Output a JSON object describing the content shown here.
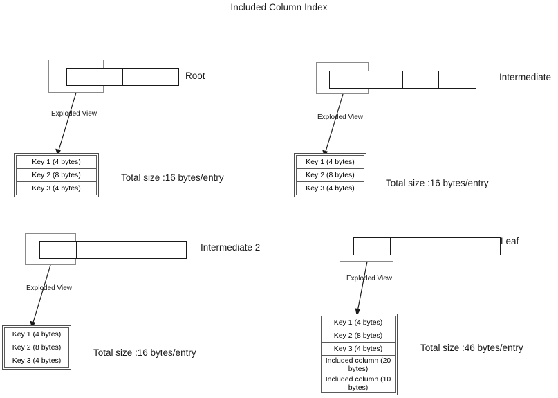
{
  "title": "Included Column Index",
  "exploded_view_label": "Exploded View",
  "colors": {
    "outer_page_border": "#8a8a8a",
    "inner_cell_border": "#1a1a1a",
    "table_border": "#4d4d4d",
    "text": "#1a1a1a",
    "background": "#ffffff"
  },
  "nodes": [
    {
      "id": "root",
      "label": "Root",
      "cell_count": 2,
      "exploded_view_label": "Exploded View",
      "total_size": "Total size :16 bytes/entry",
      "rows": [
        "Key 1 (4 bytes)",
        "Key 2 (8 bytes)",
        "Key 3 (4 bytes)"
      ]
    },
    {
      "id": "intermediate",
      "label": "Intermediate",
      "cell_count": 4,
      "exploded_view_label": "Exploded View",
      "total_size": "Total size :16 bytes/entry",
      "rows": [
        "Key 1 (4 bytes)",
        "Key 2 (8 bytes)",
        "Key 3 (4 bytes)"
      ]
    },
    {
      "id": "intermediate-2",
      "label": "Intermediate 2",
      "cell_count": 4,
      "exploded_view_label": "Exploded View",
      "total_size": "Total size :16 bytes/entry",
      "rows": [
        "Key 1 (4 bytes)",
        "Key 2 (8 bytes)",
        "Key 3 (4 bytes)"
      ]
    },
    {
      "id": "leaf",
      "label": "Leaf",
      "cell_count": 4,
      "exploded_view_label": "Exploded View",
      "total_size": "Total size :46 bytes/entry",
      "rows": [
        "Key 1 (4 bytes)",
        "Key 2 (8 bytes)",
        "Key 3 (4 bytes)",
        "Included column (20 bytes)",
        "Included column (10 bytes)"
      ]
    }
  ]
}
